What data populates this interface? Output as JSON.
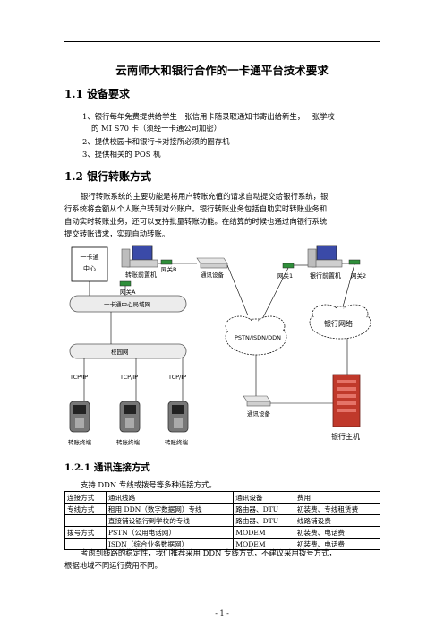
{
  "title": "云南师大和银行合作的一卡通平台技术要求",
  "section1": {
    "heading": "1.1 设备要求",
    "items": [
      "1、银行每年免费提供给学生一张信用卡随录取通知书寄出给新生，一张学校",
      "的 MI S70 卡（须经一卡通公司加密）",
      "2、提供校园卡和银行卡对接所必须的圈存机",
      "3、提供相关的 POS 机"
    ]
  },
  "section2": {
    "heading": "1.2 银行转账方式",
    "para_lines": [
      "银行转账系统的主要功能是将用户转账充值的请求自动提交给银行系统，银",
      "行系统将金额从个人账户转到对公账户。银行转账业务包括自助实时转账业务和",
      "自动实时转账业务，还可以支持批量转账功能。在结算的时候也通过向银行系统",
      "提交转账请求，实现自动转账。"
    ]
  },
  "diagram": {
    "center_box": [
      "一卡通",
      "中心"
    ],
    "front_server": "转账前置机",
    "gateway_a": "网关A",
    "gateway_b": "网关B",
    "comm_device_top": "通讯设备",
    "gateway_1": "网关1",
    "bank_front": "银行前置机",
    "gateway_2": "网关2",
    "backbone": "一卡通中心局域网",
    "campus_net": "校园网",
    "pstn_cloud": "PSTN/ISDN/DDN",
    "bank_cloud": "银行网络",
    "tcpip": [
      "TCP/IP",
      "TCP/IP",
      "TCP/IP"
    ],
    "terminals": [
      "转账终端",
      "转账终端",
      "转账终端"
    ],
    "comm_device_bottom": "通讯设备",
    "bank_host": "银行主机"
  },
  "section3": {
    "heading": "1.2.1 通讯连接方式",
    "intro": "支持 DDN 专线或拨号等多种连接方式。",
    "table": {
      "headers": [
        "连接方式",
        "通讯线路",
        "通讯设备",
        "费用"
      ],
      "rows": [
        [
          "专线方式",
          "租用 DDN（数字数据网）专线",
          "路由器、DTU",
          "初装费、专线租赁费"
        ],
        [
          "",
          "直接铺设银行到学校的专线",
          "路由器、DTU",
          "线路铺设费"
        ],
        [
          "拨号方式",
          "PSTN（公用电话网）",
          "MODEM",
          "初装费、电话费"
        ],
        [
          "",
          "ISDN（综合业务数据网）",
          "MODEM",
          "初装费、电话费"
        ]
      ]
    },
    "closing_lines": [
      "考虑到线路的稳定性，我们推荐采用 DDN 专线方式，不建议采用拨号方式，",
      "根据地域不同运行费用不同。"
    ]
  },
  "footer": "- 1 -"
}
